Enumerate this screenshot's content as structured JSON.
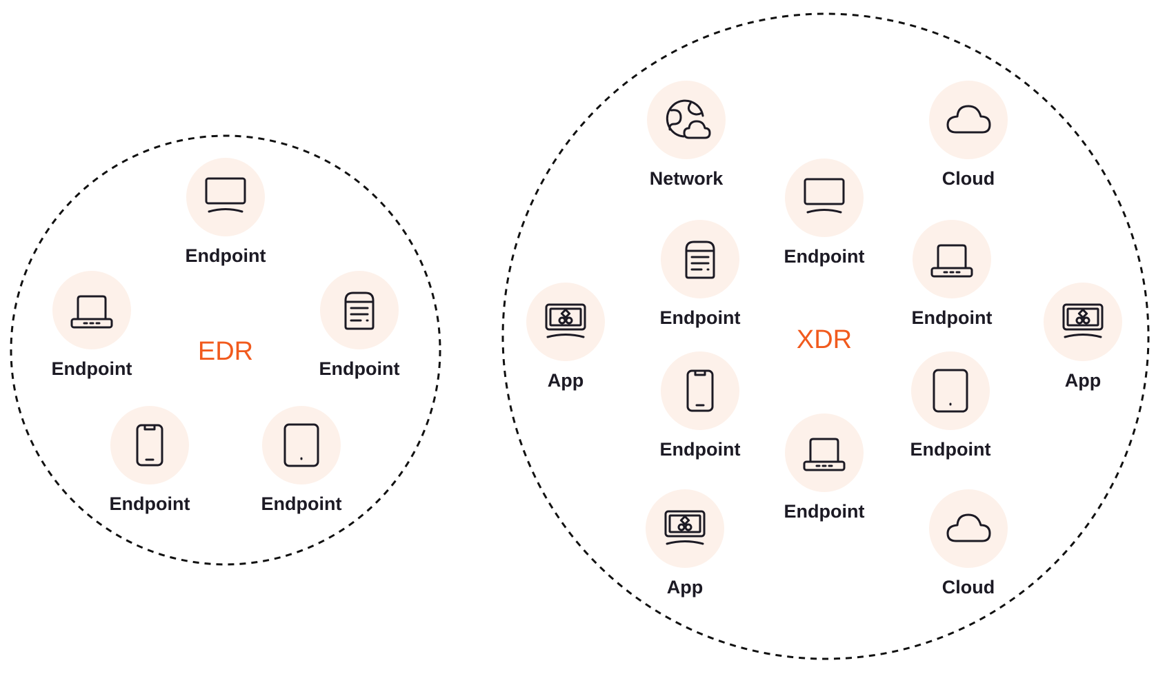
{
  "accent_color": "#f15a1d",
  "bubble_color": "#fdf1ea",
  "ink_color": "#1c1a24",
  "groups": [
    {
      "title": "EDR",
      "nodes": [
        {
          "label": "Endpoint",
          "icon": "monitor-icon"
        },
        {
          "label": "Endpoint",
          "icon": "laptop-icon"
        },
        {
          "label": "Endpoint",
          "icon": "server-icon"
        },
        {
          "label": "Endpoint",
          "icon": "smartphone-icon"
        },
        {
          "label": "Endpoint",
          "icon": "tablet-icon"
        }
      ]
    },
    {
      "title": "XDR",
      "nodes": [
        {
          "label": "Network",
          "icon": "globe-cloud-icon"
        },
        {
          "label": "Cloud",
          "icon": "cloud-icon"
        },
        {
          "label": "Endpoint",
          "icon": "monitor-icon"
        },
        {
          "label": "Endpoint",
          "icon": "server-icon"
        },
        {
          "label": "Endpoint",
          "icon": "laptop-icon"
        },
        {
          "label": "App",
          "icon": "app-icon"
        },
        {
          "label": "App",
          "icon": "app-icon"
        },
        {
          "label": "Endpoint",
          "icon": "smartphone-icon"
        },
        {
          "label": "Endpoint",
          "icon": "tablet-icon"
        },
        {
          "label": "Endpoint",
          "icon": "laptop-icon"
        },
        {
          "label": "App",
          "icon": "app-icon"
        },
        {
          "label": "Cloud",
          "icon": "cloud-icon"
        }
      ]
    }
  ]
}
